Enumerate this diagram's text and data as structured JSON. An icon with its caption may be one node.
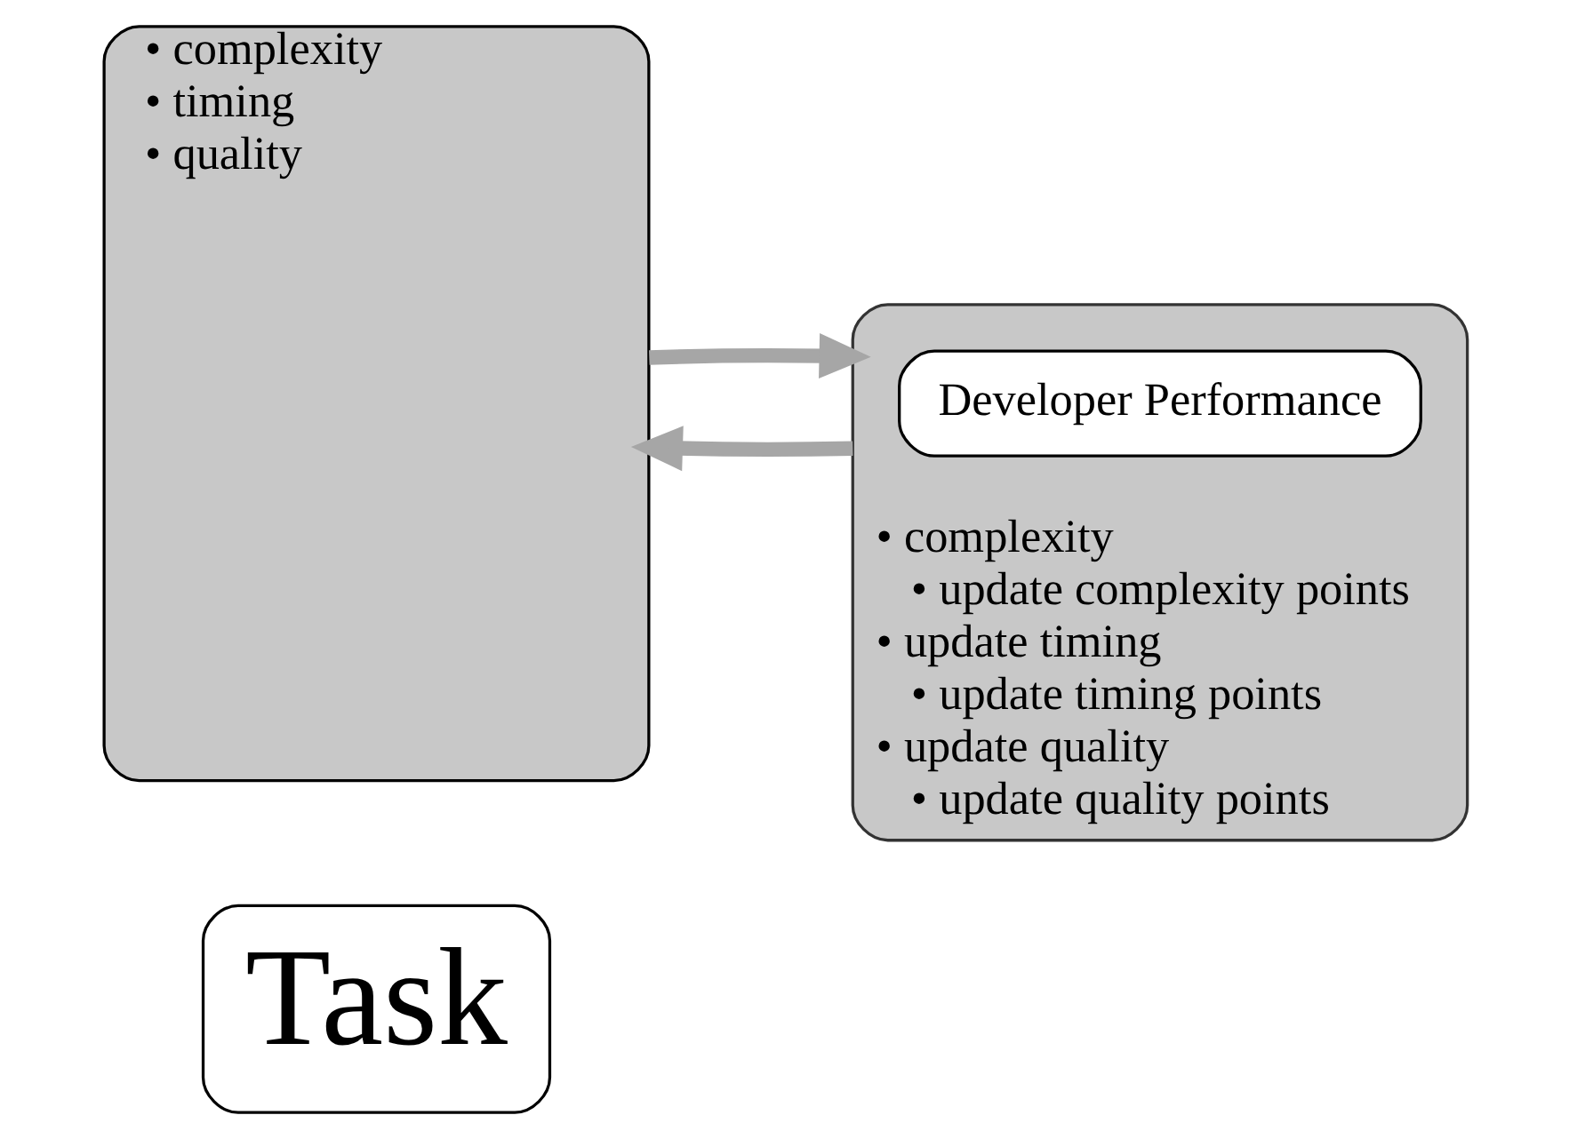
{
  "diagram": {
    "nodes": [
      {
        "text": [
          "• complexity",
          "• timing",
          "• quality"
        ]
      },
      {
        "text": [
          "Task"
        ]
      },
      {
        "text": [
          "• complexity",
          "• update complexity points",
          "• update timing",
          "• update timing points",
          "• update quality",
          "• update quality points"
        ]
      },
      {
        "text": [
          "Developer Performance"
        ],
        "in": 2
      }
    ],
    "edges": [
      {
        "from": 0,
        "to": 2,
        "arrow": "to"
      },
      {
        "from": 2,
        "to": 0,
        "arrow": "to"
      }
    ]
  }
}
